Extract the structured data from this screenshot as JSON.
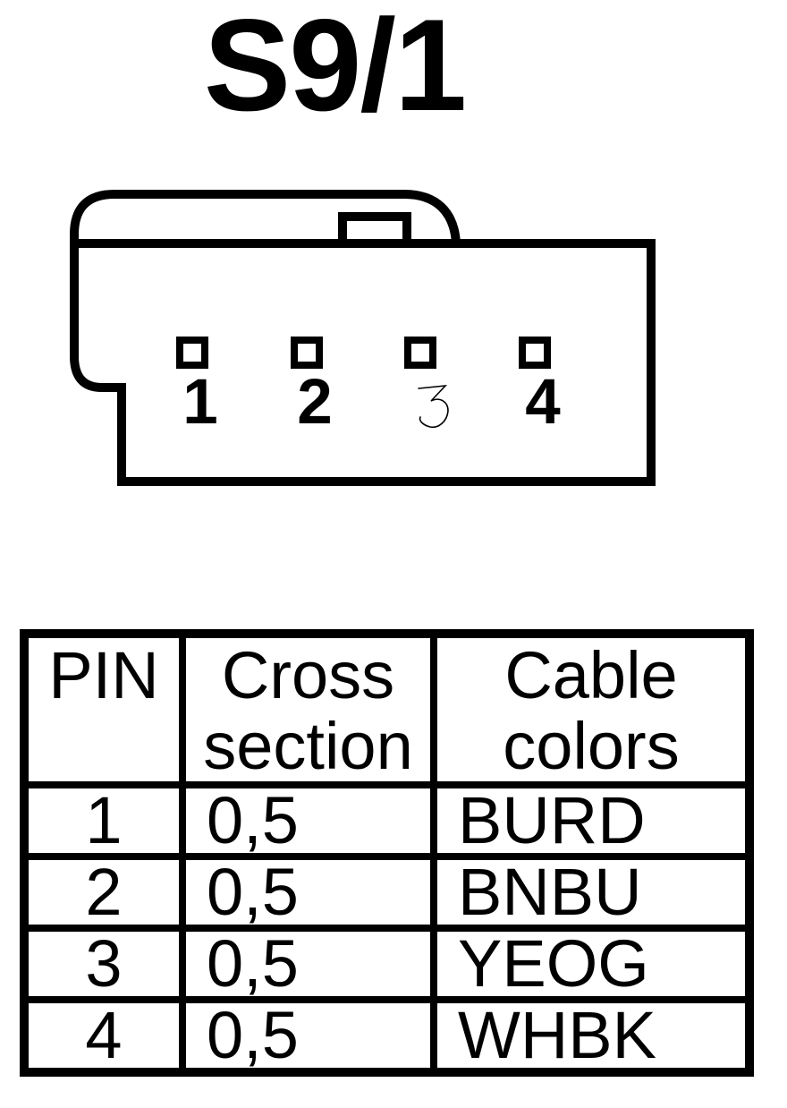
{
  "title": "S9/1",
  "connector": {
    "description": "4-pin connector front view with latch tab",
    "pins": [
      {
        "number": "1",
        "style": "bold"
      },
      {
        "number": "2",
        "style": "bold"
      },
      {
        "number": "3",
        "style": "thin-outline"
      },
      {
        "number": "4",
        "style": "bold"
      }
    ]
  },
  "table": {
    "headers": [
      "PIN",
      "Cross section",
      "Cable colors"
    ],
    "rows": [
      {
        "pin": "1",
        "cross_section": "0,5",
        "cable_color": "BURD"
      },
      {
        "pin": "2",
        "cross_section": "0,5",
        "cable_color": "BNBU"
      },
      {
        "pin": "3",
        "cross_section": "0,5",
        "cable_color": "YEOG"
      },
      {
        "pin": "4",
        "cross_section": "0,5",
        "cable_color": "WHBK"
      }
    ]
  },
  "colors": {
    "line": "#000000",
    "background": "#ffffff"
  }
}
